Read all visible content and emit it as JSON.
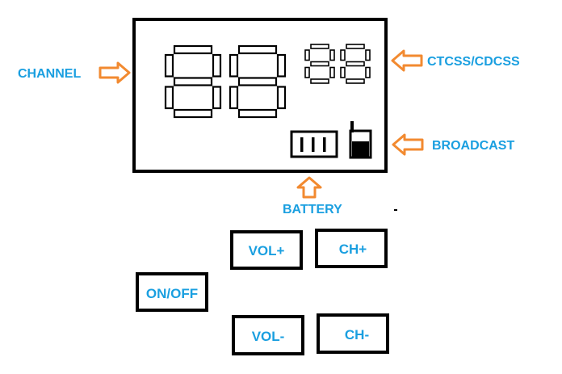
{
  "labels": {
    "channel": "CHANNEL",
    "ctcss": "CTCSS/CDCSS",
    "broadcast": "BROADCAST",
    "battery": "BATTERY"
  },
  "buttons": {
    "vol_plus": "VOL+",
    "ch_plus": "CH+",
    "on_off": "ON/OFF",
    "vol_minus": "VOL-",
    "ch_minus": "CH-"
  },
  "display": {
    "channel_digits": "88",
    "ctcss_digits": "88"
  },
  "colors": {
    "label": "#1a9fe0",
    "arrow": "#f28a30",
    "outline": "#000000"
  }
}
